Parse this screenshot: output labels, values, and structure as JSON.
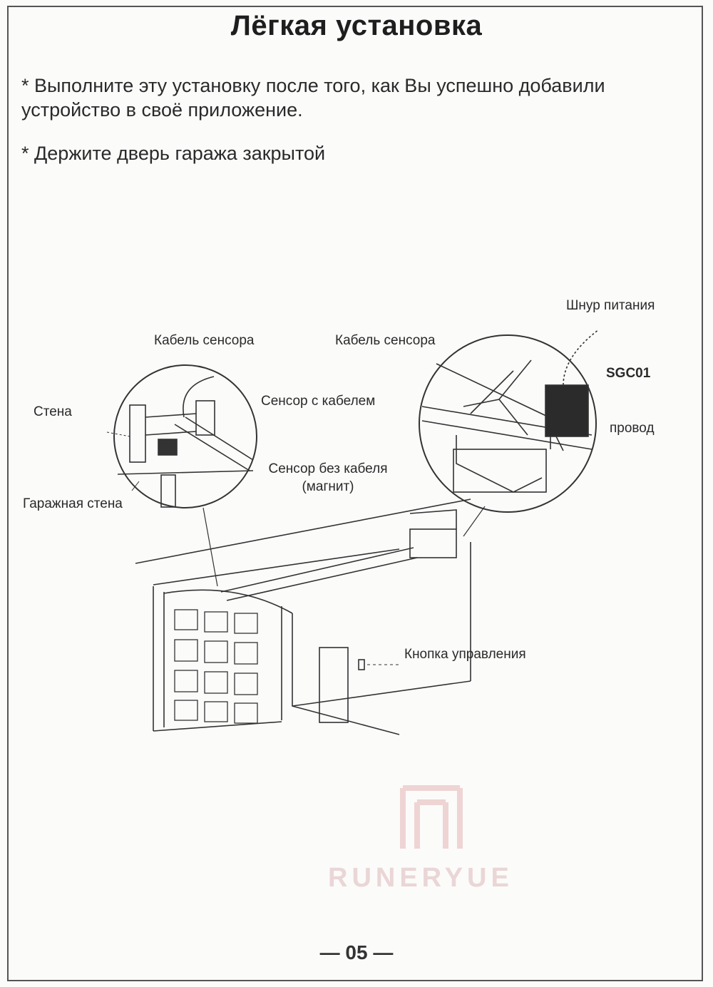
{
  "title": "Лёгкая установка",
  "notes": [
    "* Выполните эту установку после того, как Вы успешно добавили устройство в своё приложение.",
    "* Держите дверь гаража закрытой"
  ],
  "labels": {
    "power_cord": "Шнур питания",
    "sensor_cable_left": "Кабель сенсора",
    "sensor_cable_right": "Кабель сенсора",
    "sgc01": "SGC01",
    "wall": "Стена",
    "sensor_with_cable": "Сенсор с кабелем",
    "wire": "провод",
    "sensor_no_cable": "Сенсор без кабеля",
    "magnet": "(магнит)",
    "garage_wall": "Гаражная стена",
    "control_button": "Кнопка управления"
  },
  "watermark": "RUNERYUE",
  "page_number": "— 05 —"
}
